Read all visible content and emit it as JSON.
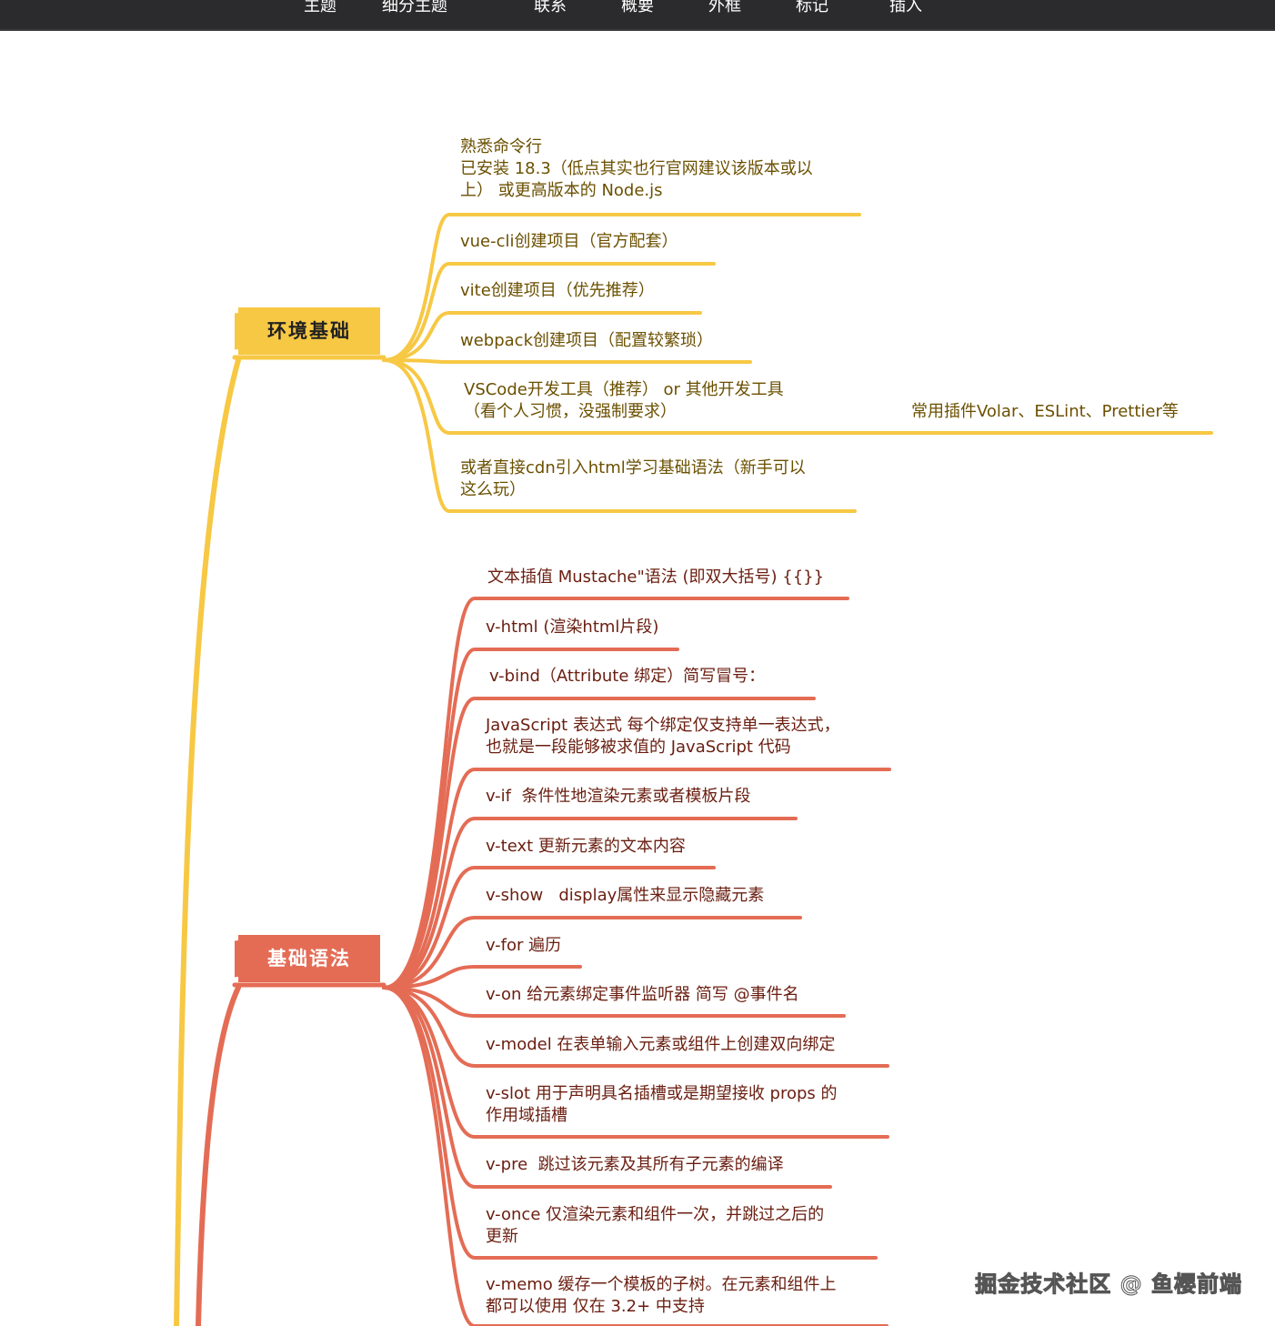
{
  "toolbar": {
    "items": [
      {
        "label": "主题",
        "active": false
      },
      {
        "label": "细分主题",
        "active": false
      },
      {
        "label": "联系",
        "active": true
      },
      {
        "label": "概要",
        "active": false
      },
      {
        "label": "外框",
        "active": false
      },
      {
        "label": "标记",
        "active": true
      },
      {
        "label": "插入",
        "active": true
      }
    ]
  },
  "colors": {
    "toolbar_bg": "#2b2b2d",
    "env_branch": "#f7c844",
    "syntax_branch": "#e46c55",
    "env_text": "#6b5000",
    "syntax_text": "#6a1e10"
  },
  "mindmap": {
    "env": {
      "title": "环境基础",
      "children": [
        "熟悉命令行\n已安装 18.3（低点其实也行官网建议该版本或以\n上） 或更高版本的 Node.js",
        "vue-cli创建项目（官方配套）",
        "vite创建项目（优先推荐）",
        "webpack创建项目（配置较繁琐）",
        "VSCode开发工具（推荐） or 其他开发工具\n（看个人习惯，没强制要求）",
        "或者直接cdn引入html学习基础语法（新手可以\n这么玩）"
      ],
      "plugin_note": "常用插件Volar、ESLint、Prettier等"
    },
    "syntax": {
      "title": "基础语法",
      "children": [
        "文本插值 Mustache\"语法 (即双大括号) {{}}",
        "v-html (渲染html片段)",
        "v-bind（Attribute 绑定）简写冒号：",
        "JavaScript 表达式 每个绑定仅支持单一表达式，\n也就是一段能够被求值的 JavaScript 代码",
        "v-if  条件性地渲染元素或者模板片段",
        "v-text 更新元素的文本内容",
        "v-show   display属性来显示隐藏元素",
        "v-for 遍历",
        "v-on 给元素绑定事件监听器 简写 @事件名",
        "v-model 在表单输入元素或组件上创建双向绑定",
        "v-slot 用于声明具名插槽或是期望接收 props 的\n作用域插槽",
        "v-pre  跳过该元素及其所有子元素的编译",
        "v-once 仅渲染元素和组件一次，并跳过之后的\n更新",
        "v-memo 缓存一个模板的子树。在元素和组件上\n都可以使用 仅在 3.2+ 中支持"
      ]
    }
  },
  "watermark": "掘金技术社区 @ 鱼樱前端"
}
